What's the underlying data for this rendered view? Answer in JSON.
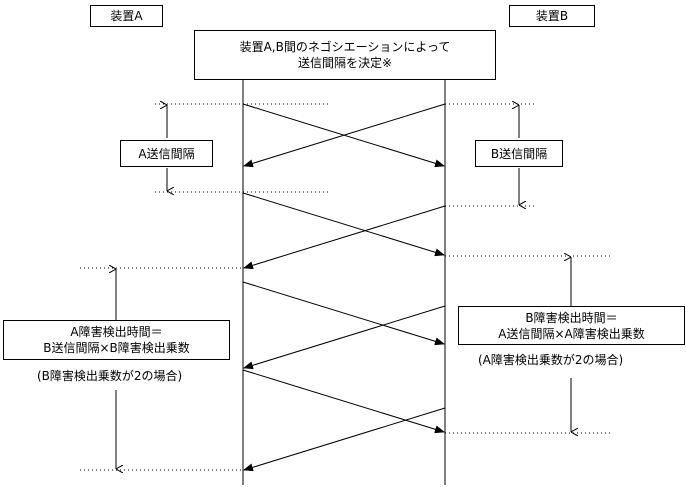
{
  "device_a": {
    "label": "装置A"
  },
  "device_b": {
    "label": "装置B"
  },
  "negotiation": {
    "line1": "装置A,B間のネゴシエーションによって",
    "line2": "送信間隔を決定※"
  },
  "interval_a": {
    "label": "A送信間隔"
  },
  "interval_b": {
    "label": "B送信間隔"
  },
  "detect_a": {
    "line1": "A障害検出時間＝",
    "line2": "B送信間隔×B障害検出乗数",
    "note": "(B障害検出乗数が2の場合)"
  },
  "detect_b": {
    "line1": "B障害検出時間＝",
    "line2": "A送信間隔×A障害検出乗数",
    "note": "(A障害検出乗数が2の場合)"
  }
}
